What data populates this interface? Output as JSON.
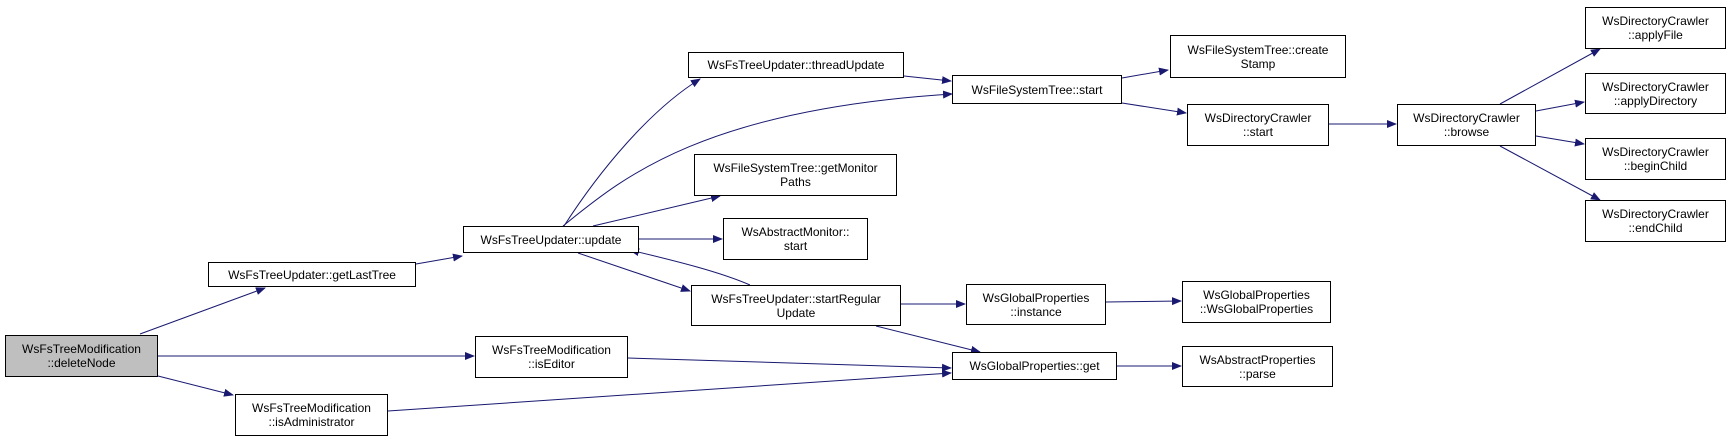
{
  "colors": {
    "edge": "#191970",
    "root_fill": "#bfbfbf",
    "node_fill": "#ffffff",
    "border": "#000000"
  },
  "nodes": {
    "delete_node": [
      "WsFsTreeModification",
      "::deleteNode"
    ],
    "get_last_tree": [
      "WsFsTreeUpdater::getLastTree"
    ],
    "update": [
      "WsFsTreeUpdater::update"
    ],
    "thread_update": [
      "WsFsTreeUpdater::threadUpdate"
    ],
    "fst_start": [
      "WsFileSystemTree::start"
    ],
    "create_stamp": [
      "WsFileSystemTree::create",
      "Stamp"
    ],
    "get_monitor_paths": [
      "WsFileSystemTree::getMonitor",
      "Paths"
    ],
    "abstract_monitor_start": [
      "WsAbstractMonitor::",
      "start"
    ],
    "start_regular_update": [
      "WsFsTreeUpdater::startRegular",
      "Update"
    ],
    "crawler_start": [
      "WsDirectoryCrawler",
      "::start"
    ],
    "browse": [
      "WsDirectoryCrawler",
      "::browse"
    ],
    "apply_file": [
      "WsDirectoryCrawler",
      "::applyFile"
    ],
    "apply_directory": [
      "WsDirectoryCrawler",
      "::applyDirectory"
    ],
    "begin_child": [
      "WsDirectoryCrawler",
      "::beginChild"
    ],
    "end_child": [
      "WsDirectoryCrawler",
      "::endChild"
    ],
    "gp_instance": [
      "WsGlobalProperties",
      "::instance"
    ],
    "gp_ctor": [
      "WsGlobalProperties",
      "::WsGlobalProperties"
    ],
    "gp_get": [
      "WsGlobalProperties::get"
    ],
    "ap_parse": [
      "WsAbstractProperties",
      "::parse"
    ],
    "is_editor": [
      "WsFsTreeModification",
      "::isEditor"
    ],
    "is_administrator": [
      "WsFsTreeModification",
      "::isAdministrator"
    ]
  }
}
